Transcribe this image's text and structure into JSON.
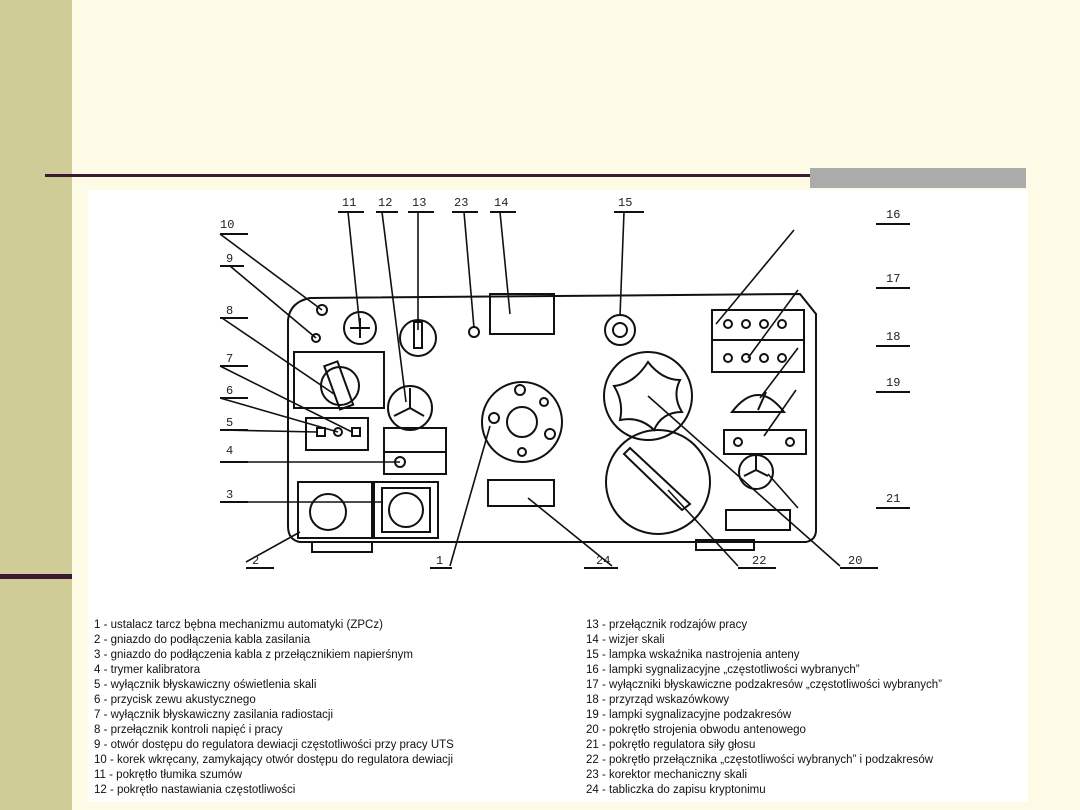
{
  "callouts": [
    "1",
    "2",
    "3",
    "4",
    "5",
    "6",
    "7",
    "8",
    "9",
    "10",
    "11",
    "12",
    "13",
    "14",
    "15",
    "16",
    "17",
    "18",
    "19",
    "20",
    "21",
    "22",
    "23",
    "24"
  ],
  "legend": {
    "left": [
      {
        "num": "1",
        "text": " - ustalacz tarcz bębna mechanizmu automatyki (ZPCz)"
      },
      {
        "num": "2",
        "text": " - gniazdo do podłączenia kabla zasilania"
      },
      {
        "num": "3",
        "text": " - gniazdo do podłączenia kabla z przełącznikiem napierśnym"
      },
      {
        "num": "4",
        "text": " - trymer kalibratora"
      },
      {
        "num": "5",
        "text": " - wyłącznik błyskawiczny oświetlenia skali"
      },
      {
        "num": "6",
        "text": " - przycisk zewu akustycznego"
      },
      {
        "num": "7",
        "text": " - wyłącznik błyskawiczny zasilania radiostacji"
      },
      {
        "num": "8",
        "text": " - przełącznik kontroli napięć i pracy"
      },
      {
        "num": "9",
        "text": " - otwór dostępu do regulatora dewiacji częstotliwości przy pracy UTS"
      },
      {
        "num": "10",
        "text": " - korek wkręcany, zamykający otwór dostępu do regulatora dewiacji"
      },
      {
        "num": "11",
        "text": " - pokrętło tłumika szumów"
      },
      {
        "num": "12",
        "text": " - pokrętło nastawiania częstotliwości"
      }
    ],
    "right": [
      {
        "num": "13",
        "text": " - przełącznik rodzajów pracy"
      },
      {
        "num": "14",
        "text": " - wizjer skali"
      },
      {
        "num": "15",
        "text": " - lampka wskaźnika nastrojenia anteny"
      },
      {
        "num": "16",
        "text": " - lampki sygnalizacyjne „częstotliwości wybranych”"
      },
      {
        "num": "17",
        "text": " - wyłączniki błyskawiczne podzakresów „częstotliwości wybranych”"
      },
      {
        "num": "18",
        "text": " - przyrząd wskazówkowy"
      },
      {
        "num": "19",
        "text": " - lampki sygnalizacyjne podzakresów"
      },
      {
        "num": "20",
        "text": " - pokrętło strojenia obwodu antenowego"
      },
      {
        "num": "21",
        "text": " - pokrętło regulatora siły głosu"
      },
      {
        "num": "22",
        "text": " - pokrętło przełącznika „częstotliwości wybranych” i podzakresów"
      },
      {
        "num": "23",
        "text": " - korektor mechaniczny skali"
      },
      {
        "num": "24",
        "text": " - tabliczka do zapisu kryptonimu"
      }
    ]
  }
}
